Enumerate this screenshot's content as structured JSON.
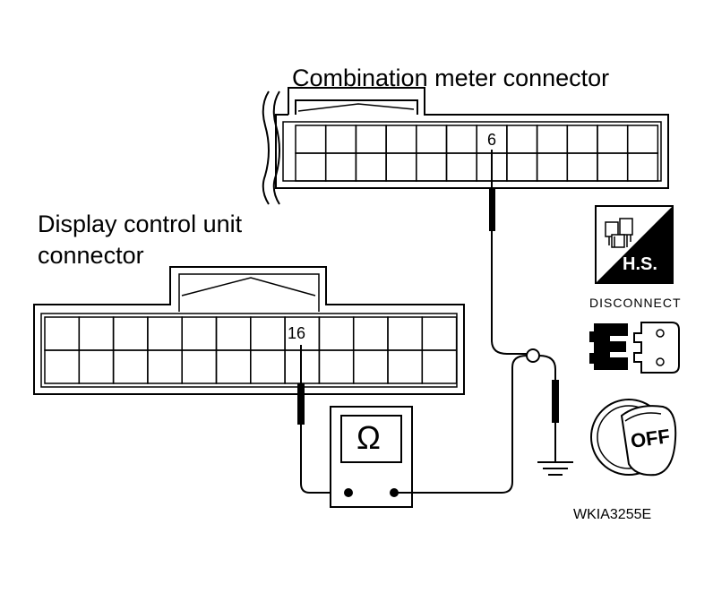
{
  "labels": {
    "combination_meter_connector": "Combination meter connector",
    "display_control_unit_line1": "Display control unit",
    "display_control_unit_line2": "connector",
    "pin_meter": "6",
    "pin_display": "16",
    "ohm_symbol": "Ω",
    "hs_badge": "H.S.",
    "disconnect": "DISCONNECT",
    "ignition_off": "OFF",
    "figure_code": "WKIA3255E"
  },
  "icons": [
    "harness-connector-icon",
    "disconnect-connector-icon",
    "ignition-key-off-icon",
    "ground-symbol-icon",
    "ohmmeter-icon"
  ],
  "colors": {
    "line": "#000000",
    "background": "#ffffff"
  }
}
